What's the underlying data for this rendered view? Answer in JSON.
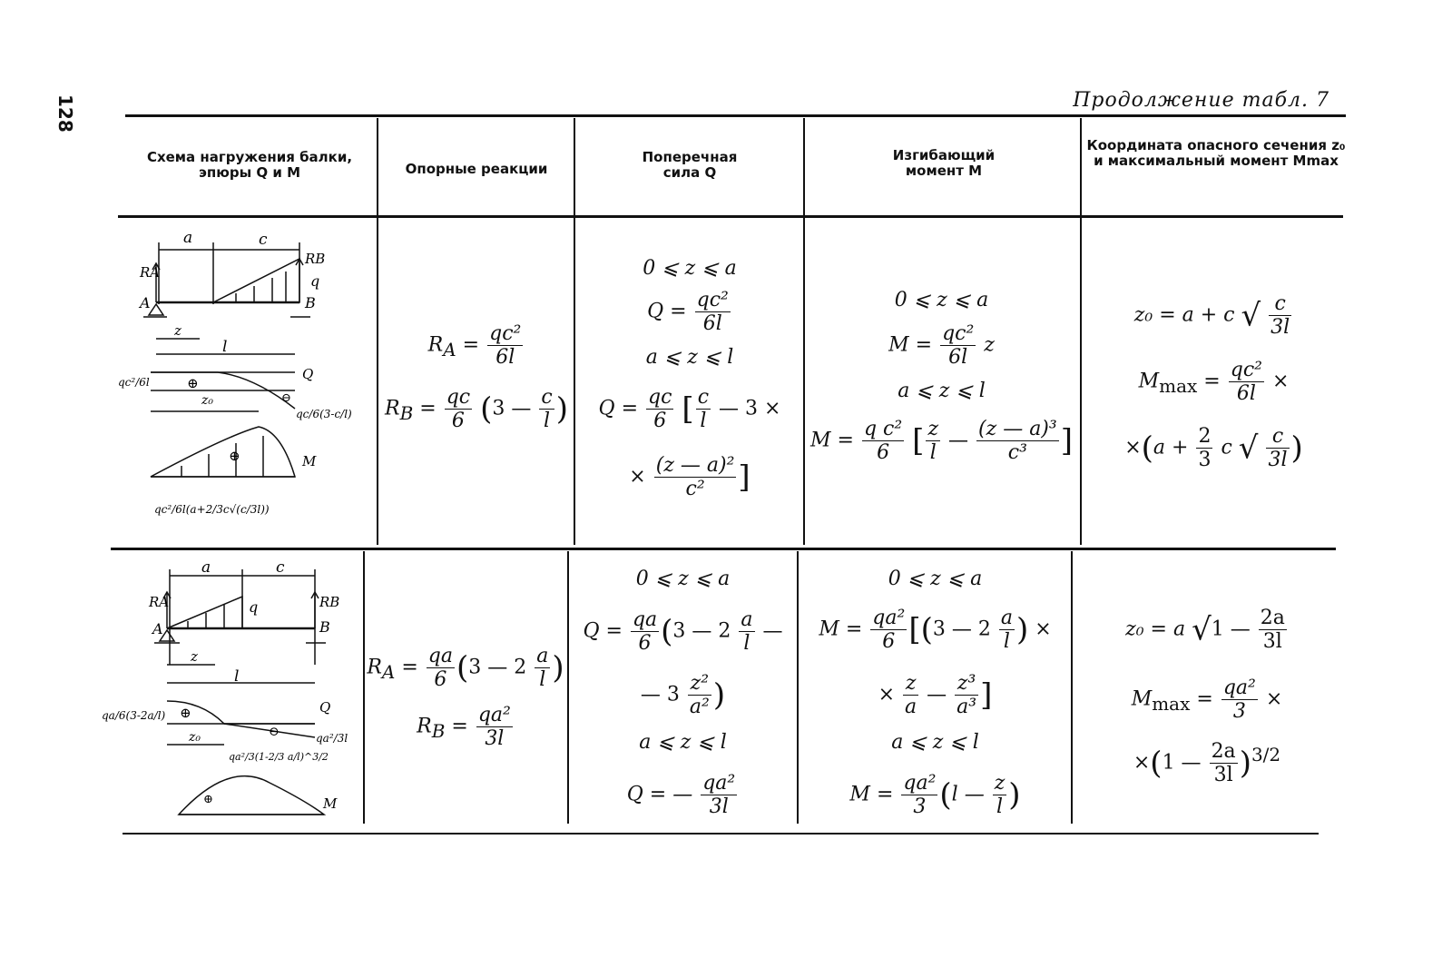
{
  "page_number": "128",
  "continuation": "Продолжение табл. 7",
  "headers": [
    "Схема нагружения балки, эпюры Q и M",
    "Опорные реакции",
    "Поперечная сила Q",
    "Изгибающий момент M",
    "Координата опасного сечения z₀ и максимальный момент Mmax"
  ],
  "row1": {
    "diagram": {
      "a": "a",
      "c": "c",
      "RA": "RA",
      "RB": "RB",
      "q": "q",
      "A": "A",
      "B": "B",
      "z": "z",
      "l": "l",
      "z0": "z₀",
      "Q": "Q",
      "M": "M",
      "plus": "⊕",
      "minus": "⊖",
      "left_q": "qc²/6l",
      "right_q": "qc/6(3-c/l)",
      "mmax": "qc²/6l(a+2/3c√(c/3l))"
    },
    "reactions": {
      "ra_lhs": "R",
      "ra_sub": "A",
      "ra_num": "qc²",
      "ra_den": "6l",
      "rb_lhs": "R",
      "rb_sub": "B",
      "rb_num": "qc",
      "rb_den": "6",
      "rb_p1": "3 —",
      "rb_cn": "c",
      "rb_cd": "l"
    },
    "shear": {
      "r1": "0 ⩽ z ⩽ a",
      "q1": "Q =",
      "q1n": "qc²",
      "q1d": "6l",
      "r2": "a ⩽ z ⩽ l",
      "q2": "Q =",
      "q2n": "qc",
      "q2d": "6",
      "q2b": "c",
      "q2bd": "l",
      "q2t": "— 3 ×",
      "q3p": "×",
      "q3n": "(z — a)²",
      "q3d": "c²"
    },
    "moment": {
      "r1": "0 ⩽ z ⩽ a",
      "m1": "M =",
      "m1n": "qc²",
      "m1d": "6l",
      "m1z": "z",
      "r2": "a ⩽ z ⩽ l",
      "m2": "M =",
      "m2n": "q c²",
      "m2d": "6",
      "m2a": "z",
      "m2ad": "l",
      "m2m": "—",
      "m2bn": "(z — a)³",
      "m2bd": "c³"
    },
    "zero": {
      "z0": "z₀ = a + c",
      "z0n": "c",
      "z0d": "3l",
      "mmax": "M",
      "mmax_sub": "max",
      "eq": "=",
      "mn": "qc²",
      "md": "6l",
      "times": "×",
      "l2p": "×",
      "l2a": "a +",
      "l2n": "2",
      "l2d": "3",
      "l2c": "c",
      "l2sn": "c",
      "l2sd": "3l"
    }
  },
  "row2": {
    "diagram": {
      "a": "a",
      "c": "c",
      "RA": "RA",
      "RB": "RB",
      "q": "q",
      "A": "A",
      "B": "B",
      "z": "z",
      "l": "l",
      "z0": "z₀",
      "Q": "Q",
      "M": "M",
      "plus": "⊕",
      "minus": "⊖",
      "left_q": "qa/6(3-2a/l)",
      "right_q": "qa²/3l",
      "mmax": "qa²/3(1-2/3 a/l)^3/2"
    },
    "reactions": {
      "ra_lhs": "R",
      "ra_sub": "A",
      "ra_num": "qa",
      "ra_den": "6",
      "ra_p": "3 — 2",
      "ra_an": "a",
      "ra_ad": "l",
      "rb_lhs": "R",
      "rb_sub": "B",
      "rb_num": "qa²",
      "rb_den": "3l"
    },
    "shear": {
      "r1": "0 ⩽ z ⩽ a",
      "q1": "Q =",
      "q1n": "qa",
      "q1d": "6",
      "q1p": "3 — 2",
      "q1an": "a",
      "q1ad": "l",
      "q1m": "—",
      "q2p": "— 3",
      "q2n": "z²",
      "q2d": "a²",
      "r2": "a ⩽ z ⩽ l",
      "q3": "Q = —",
      "q3n": "qa²",
      "q3d": "3l"
    },
    "moment": {
      "r1": "0 ⩽ z ⩽ a",
      "m1": "M =",
      "m1n": "qa²",
      "m1d": "6",
      "m1p": "3 — 2",
      "m1an": "a",
      "m1ad": "l",
      "m1t": "×",
      "m2p": "×",
      "m2an": "z",
      "m2ad": "a",
      "m2m": "—",
      "m2bn": "z³",
      "m2bd": "a³",
      "r2": "a ⩽ z ⩽ l",
      "m3": "M =",
      "m3n": "qa²",
      "m3d": "3",
      "m3p": "l —",
      "m3zn": "z",
      "m3zd": "l"
    },
    "zero": {
      "z0": "z₀ = a",
      "z0p": "1 —",
      "z0n": "2a",
      "z0d": "3l",
      "mmax": "M",
      "mmax_sub": "max",
      "eq": "=",
      "mn": "qa²",
      "md": "3",
      "times": "×",
      "l2p": "×",
      "l2a": "1 —",
      "l2n": "2a",
      "l2d": "3l",
      "pow": "3/2"
    }
  }
}
